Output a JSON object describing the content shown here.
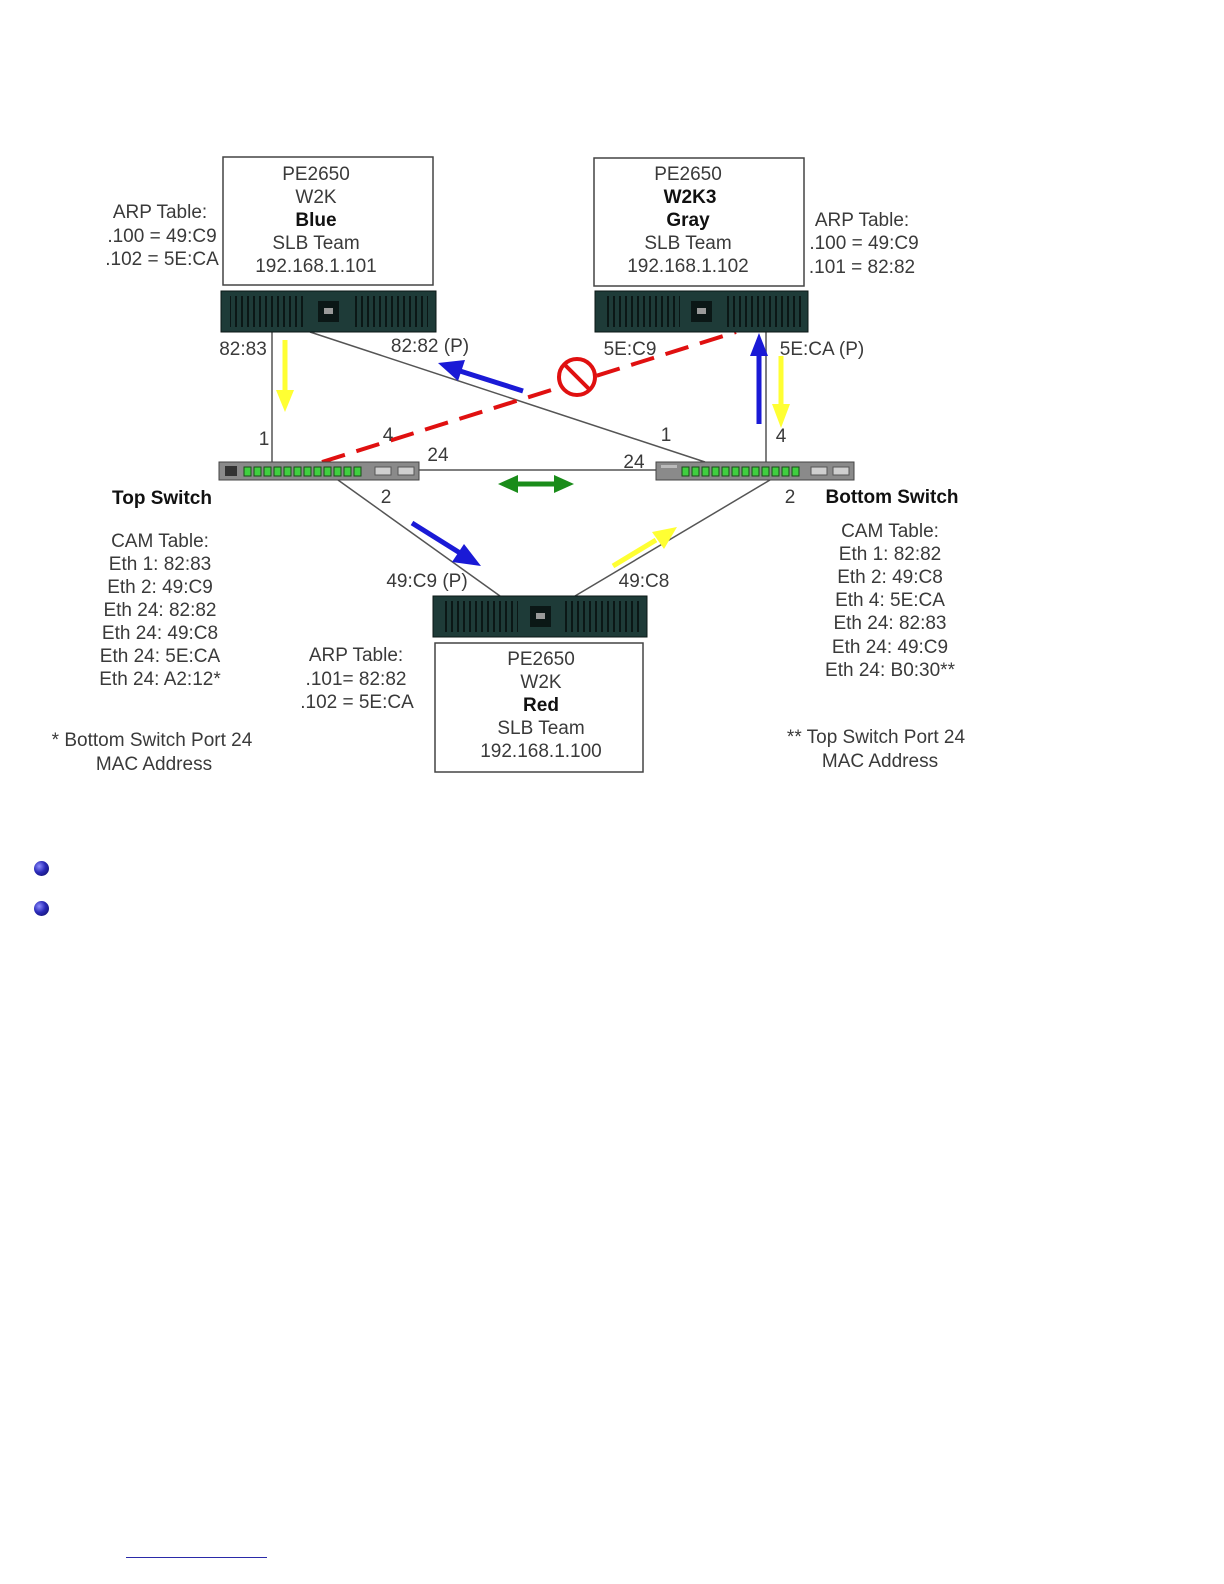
{
  "servers": {
    "blue": {
      "model": "PE2650",
      "os": "W2K",
      "name": "Blue",
      "team": "SLB Team",
      "ip": "192.168.1.101",
      "arp_title": "ARP Table:",
      "arp": [
        ".100 = 49:C9",
        ".102 = 5E:CA"
      ],
      "mac_left": "82:83",
      "mac_right": "82:82 (P)"
    },
    "gray": {
      "model": "PE2650",
      "os": "W2K3",
      "name": "Gray",
      "team": "SLB Team",
      "ip": "192.168.1.102",
      "arp_title": "ARP Table:",
      "arp": [
        ".100 = 49:C9",
        ".101 = 82:82"
      ],
      "mac_left": "5E:C9",
      "mac_right": "5E:CA (P)"
    },
    "red": {
      "model": "PE2650",
      "os": "W2K",
      "name": "Red",
      "team": "SLB Team",
      "ip": "192.168.1.100",
      "arp_title": "ARP Table:",
      "arp": [
        ".101= 82:82",
        ".102 = 5E:CA"
      ],
      "mac_left": "49:C9 (P)",
      "mac_right": "49:C8"
    }
  },
  "switches": {
    "top": {
      "name": "Top Switch",
      "ports": {
        "p1": "1",
        "p4": "4",
        "p24": "24",
        "p2": "2"
      },
      "cam_title": "CAM Table:",
      "cam": [
        "Eth 1: 82:83",
        "Eth 2: 49:C9",
        "Eth 24: 82:82",
        "Eth 24: 49:C8",
        "Eth 24: 5E:CA",
        "Eth 24: A2:12*"
      ],
      "footnote": [
        "* Bottom Switch Port 24",
        "MAC Address"
      ]
    },
    "bottom": {
      "name": "Bottom Switch",
      "ports": {
        "p1": "1",
        "p4": "4",
        "p24": "24",
        "p2": "2"
      },
      "cam_title": "CAM Table:",
      "cam": [
        "Eth 1: 82:82",
        "Eth 2: 49:C8",
        "Eth 4: 5E:CA",
        "Eth 24: 82:83",
        "Eth 24: 49:C9",
        "Eth 24: B0:30**"
      ],
      "footnote": [
        "** Top Switch Port 24",
        "MAC Address"
      ]
    }
  },
  "colors": {
    "arrow_yellow": "#ffff33",
    "arrow_blue": "#1a1ad6",
    "arrow_green": "#1a8c1a",
    "blocked_red": "#e01010",
    "chassis": "#1e3b38",
    "switch_body": "#8a8a8a",
    "port_green": "#3fcf3f"
  },
  "list_bullets": [
    "bullet-1",
    "bullet-2"
  ]
}
